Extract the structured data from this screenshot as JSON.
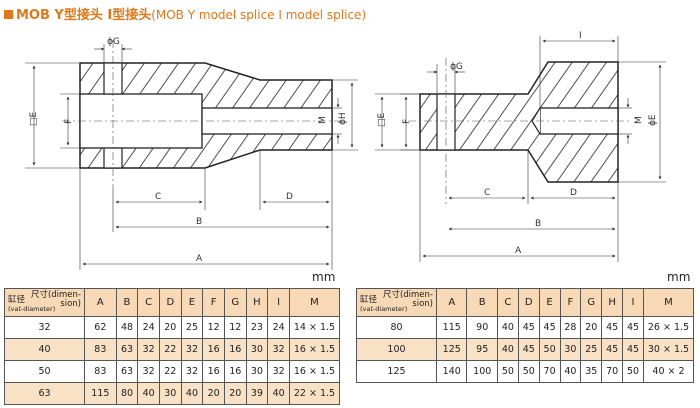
{
  "title": {
    "main": "MOB Y型接头 I型接头",
    "sub": "(MOB  Y model splice  I model splice)"
  },
  "unit_label": "mm",
  "left_drawing": {
    "labels": {
      "G": "ϕG",
      "E": "□E",
      "F": "F",
      "M": "M",
      "H": "ϕH",
      "C": "C",
      "D": "D",
      "B": "B",
      "A": "A"
    }
  },
  "right_drawing": {
    "labels": {
      "G": "ϕG",
      "E": "□E",
      "I": "I",
      "F": "F",
      "M": "M",
      "Ephi": "ϕE",
      "C": "C",
      "D": "D",
      "B": "B",
      "A": "A"
    }
  },
  "table_header": {
    "corner_top": "尺寸(dimen-",
    "corner_top2": "sion)",
    "corner_bottom": "缸径",
    "corner_bottom2": "(vat-diameter)",
    "cols": [
      "A",
      "B",
      "C",
      "D",
      "E",
      "F",
      "G",
      "H",
      "I",
      "M"
    ]
  },
  "left_table": {
    "rows": [
      [
        "32",
        "62",
        "48",
        "24",
        "20",
        "25",
        "12",
        "12",
        "23",
        "24",
        "14 × 1.5"
      ],
      [
        "40",
        "83",
        "63",
        "32",
        "22",
        "32",
        "16",
        "16",
        "30",
        "32",
        "16 × 1.5"
      ],
      [
        "50",
        "83",
        "63",
        "32",
        "22",
        "32",
        "16",
        "16",
        "30",
        "32",
        "16 × 1.5"
      ],
      [
        "63",
        "115",
        "80",
        "40",
        "30",
        "40",
        "20",
        "20",
        "39",
        "40",
        "22 × 1.5"
      ]
    ]
  },
  "right_table": {
    "rows": [
      [
        "80",
        "115",
        "90",
        "40",
        "45",
        "45",
        "28",
        "20",
        "45",
        "45",
        "26 × 1.5"
      ],
      [
        "100",
        "125",
        "95",
        "40",
        "45",
        "50",
        "30",
        "25",
        "45",
        "45",
        "30 × 1.5"
      ],
      [
        "125",
        "140",
        "100",
        "50",
        "50",
        "70",
        "40",
        "35",
        "70",
        "50",
        "40 × 2"
      ]
    ]
  }
}
